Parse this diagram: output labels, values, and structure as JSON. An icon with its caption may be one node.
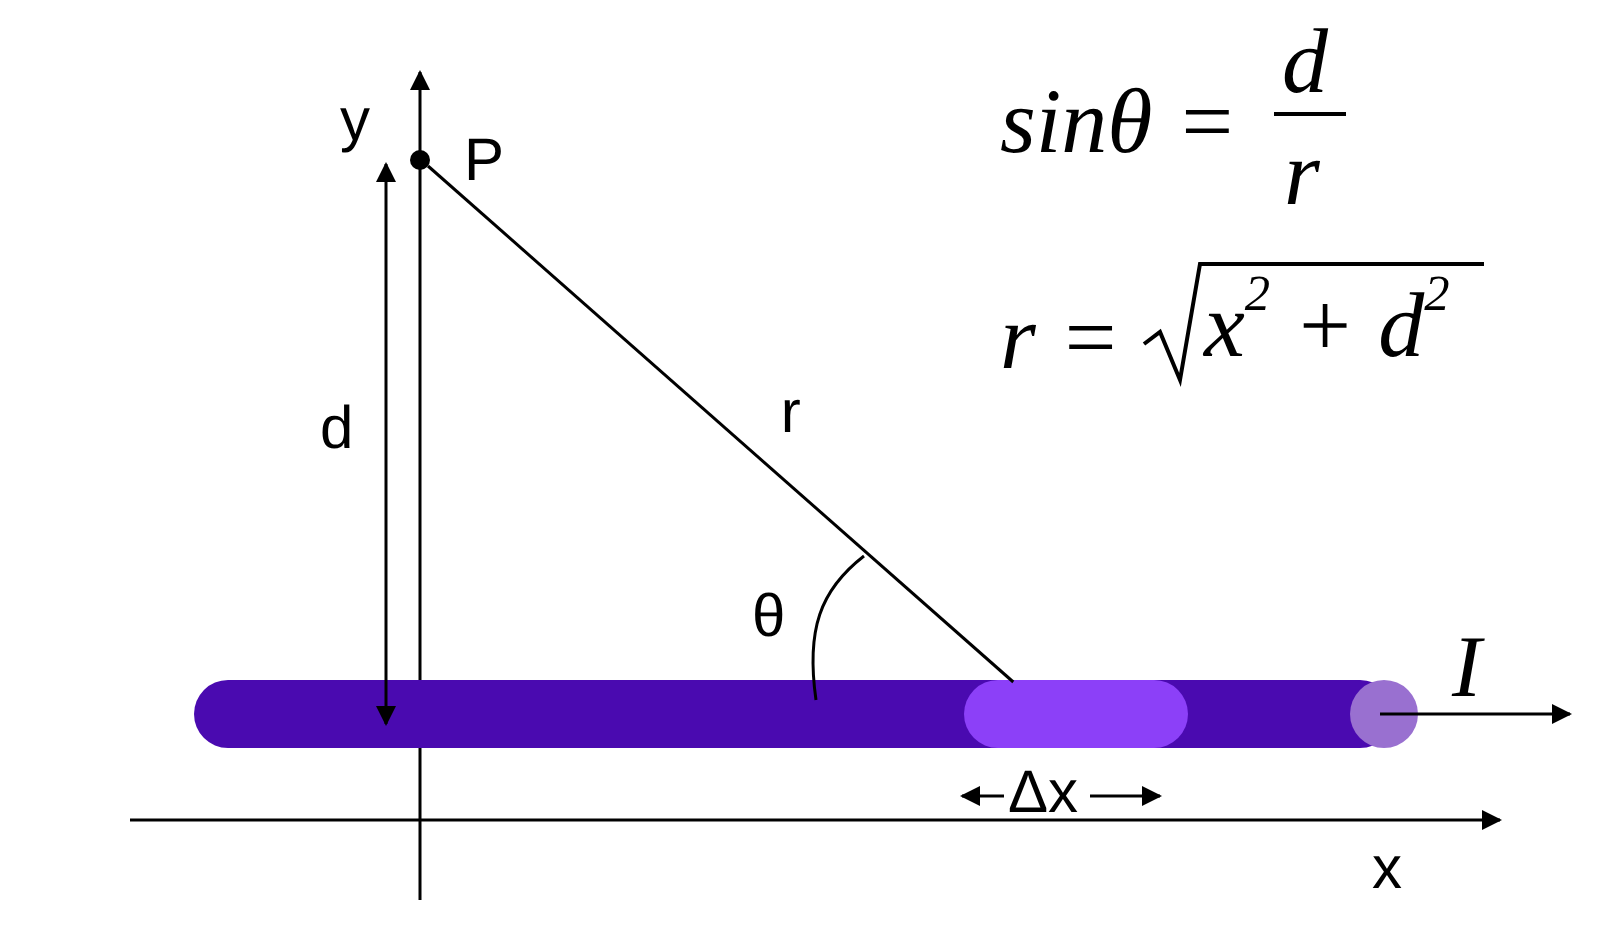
{
  "diagram": {
    "nodes": [
      {
        "text": [
          "P"
        ]
      },
      {
        "text": [],
        "shape": "bar",
        "beside": [
          "Δx"
        ]
      }
    ],
    "edges": [
      {
        "from": 0,
        "to": 1,
        "arrow": "none",
        "label": "r"
      }
    ],
    "labels": [
      "y",
      "sinθ =",
      "d",
      "r",
      "r =",
      "x$^{2}$ + d$^{2}$",
      "d",
      "θ",
      "I",
      "x"
    ]
  }
}
